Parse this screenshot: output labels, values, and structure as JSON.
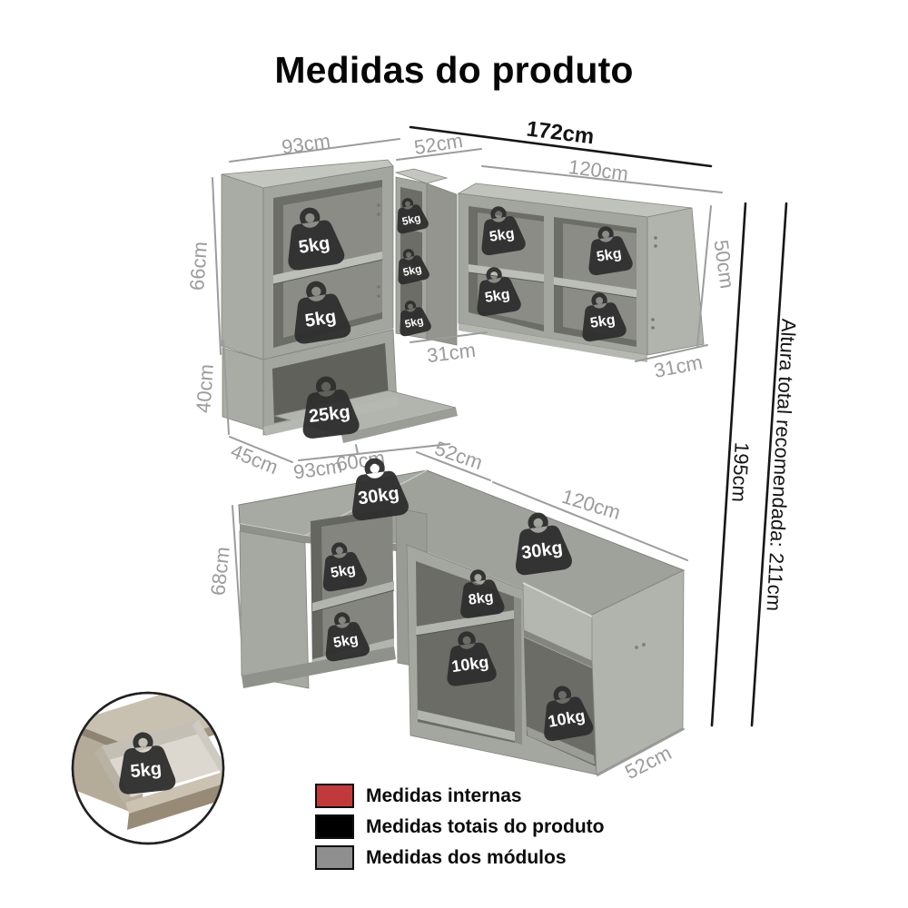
{
  "title": "Medidas do produto",
  "dimensions": {
    "total_width": "172cm",
    "total_height": "195cm",
    "recommended_total_height": "Altura total recomendada: 211cm",
    "upper_left_width": "93cm",
    "upper_corner_width": "52cm",
    "upper_right_width": "120cm",
    "upper_left_height": "66cm",
    "upper_right_height": "50cm",
    "upper_corner_depth": "31cm",
    "upper_right_depth": "31cm",
    "mid_module_height": "40cm",
    "mid_module_depth": "45cm",
    "base_left_width": "93cm",
    "base_corner_top_depth": "60cm",
    "base_corner_counter_width": "52cm",
    "base_right_width": "120cm",
    "base_left_height": "68cm",
    "base_right_depth": "52cm"
  },
  "weights": {
    "upper_left_top_shelf": "5kg",
    "upper_left_bottom_shelf": "5kg",
    "corner_cubby_1": "5kg",
    "corner_cubby_2": "5kg",
    "corner_cubby_3": "5kg",
    "upper_right_cell_1": "5kg",
    "upper_right_cell_2": "5kg",
    "upper_right_cell_3": "5kg",
    "upper_right_cell_4": "5kg",
    "mid_niche": "25kg",
    "counter_left": "30kg",
    "counter_right": "30kg",
    "base_left_top_shelf": "5kg",
    "base_left_bottom_shelf": "5kg",
    "base_right_shelf": "8kg",
    "base_right_bottom": "10kg",
    "base_right_compartment": "10kg",
    "drawer_inset": "5kg"
  },
  "legend": {
    "items": [
      {
        "label": "Medidas internas",
        "color": "#c03a3c"
      },
      {
        "label": "Medidas totais do produto",
        "color": "#000000"
      },
      {
        "label": "Medidas dos módulos",
        "color": "#8f8f8f"
      }
    ]
  }
}
